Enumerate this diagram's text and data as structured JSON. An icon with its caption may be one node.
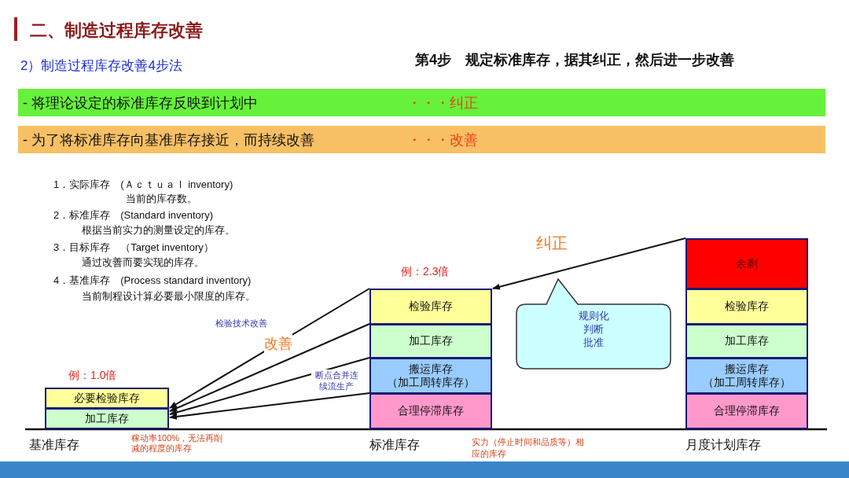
{
  "diagram": {
    "title": "二、制造过程库存改善",
    "nodes": [
      {
        "text": [
          "- 将理论设定的标准库存反映到计划中",
          "・・・纠正"
        ]
      },
      {
        "text": [
          "- 为了将标准库存向基准库存接近，而持续改善",
          "・・・改善"
        ]
      },
      {
        "text": [
          "基准库存"
        ],
        "beside": [
          "例：1.0倍",
          "稼动率100%，无法再削减的程度的库存"
        ]
      },
      {
        "text": [
          "必要检验库存"
        ],
        "in": 2
      },
      {
        "text": [
          "加工库存"
        ],
        "in": 2
      },
      {
        "text": [
          "标准库存"
        ],
        "beside": [
          "例：2.3倍",
          "实力（停止时间和品质等）相应的库存"
        ]
      },
      {
        "text": [
          "检验库存"
        ],
        "in": 5
      },
      {
        "text": [
          "加工库存"
        ],
        "in": 5
      },
      {
        "text": [
          "搬运库存",
          "（加工周转库存）"
        ],
        "in": 5
      },
      {
        "text": [
          "合理停滞库存"
        ],
        "in": 5
      },
      {
        "text": [
          "月度计划库存"
        ]
      },
      {
        "text": [
          "余剩"
        ],
        "in": 10
      },
      {
        "text": [
          "检验库存"
        ],
        "in": 10
      },
      {
        "text": [
          "加工库存"
        ],
        "in": 10
      },
      {
        "text": [
          "搬运库存",
          "（加工周转库存）"
        ],
        "in": 10
      },
      {
        "text": [
          "合理停滞库存"
        ],
        "in": 10
      },
      {
        "text": [
          "规则化",
          "判断",
          "批准"
        ]
      }
    ],
    "edges": [
      {
        "from": 10,
        "to": 5,
        "arrow": "to",
        "label": "纠正"
      },
      {
        "from": 6,
        "to": 4,
        "arrow": "to",
        "label": "检验技术改善"
      },
      {
        "from": 7,
        "to": 4,
        "arrow": "to"
      },
      {
        "from": 8,
        "to": 4,
        "arrow": "to",
        "label": "断点合并连续流生产"
      },
      {
        "from": 9,
        "to": 4,
        "arrow": "to"
      }
    ],
    "labels": [
      "2）制造过程库存改善4步法",
      "第4步　规定标准库存，据其纠正，然后进一步改善",
      "1．实际库存　(Ａｃｔｕａｌ inventory)",
      "当前的库存数。",
      "2．标准库存　(Standard inventory)",
      "根据当前实力的测量设定的库存。",
      "3．目标库存　（Target inventory）",
      "通过改善而要实现的库存。",
      "4．基准库存　(Process standard inventory)",
      "当前制程设计算必要最小限度的库存。",
      "改善"
    ]
  }
}
